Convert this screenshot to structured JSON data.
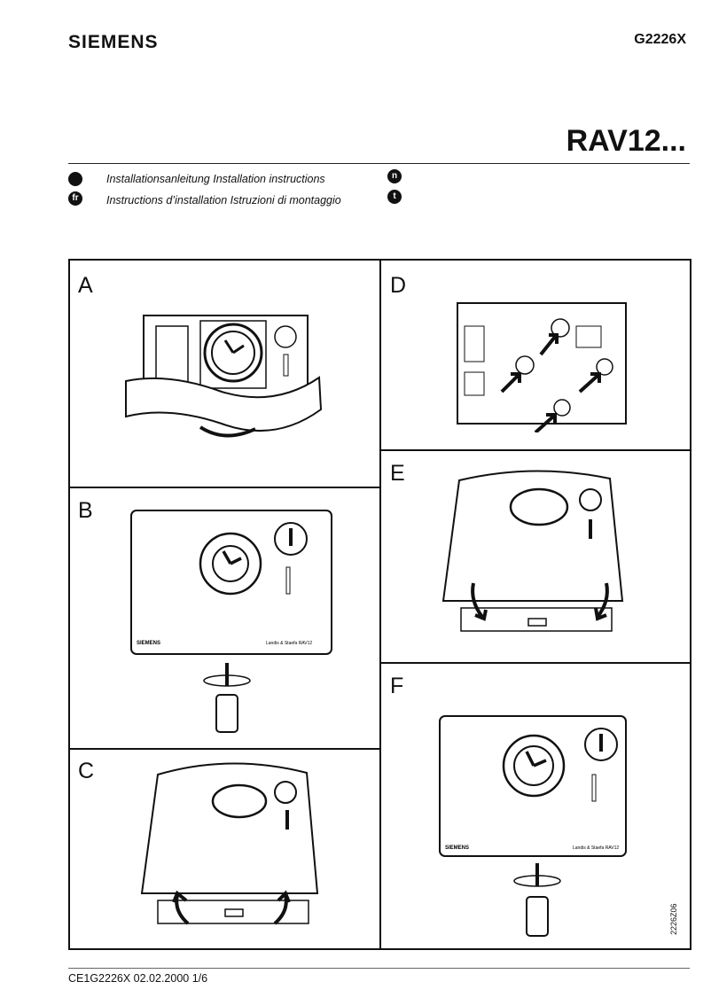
{
  "header": {
    "brand": "SIEMENS",
    "doc_number": "G2226X",
    "product": "RAV12..."
  },
  "languages": [
    {
      "badge": "",
      "text": "Installationsanleitung Installation instructions",
      "badge_right": "n"
    },
    {
      "badge": "fr",
      "text": "Instructions d’installation Istruzioni di montaggio",
      "badge_right": "t"
    }
  ],
  "panels": {
    "A": "A",
    "B": "B",
    "C": "C",
    "D": "D",
    "E": "E",
    "F": "F"
  },
  "device": {
    "brand_small": "SIEMENS",
    "model_label": "Landis & Staefa RAV12"
  },
  "figure_code": "2226Z06",
  "footer": {
    "text": "CE1G2226X 02.02.2000 1/6"
  },
  "colors": {
    "ink": "#111111",
    "paper": "#ffffff",
    "shade": "#d9d9d9"
  }
}
